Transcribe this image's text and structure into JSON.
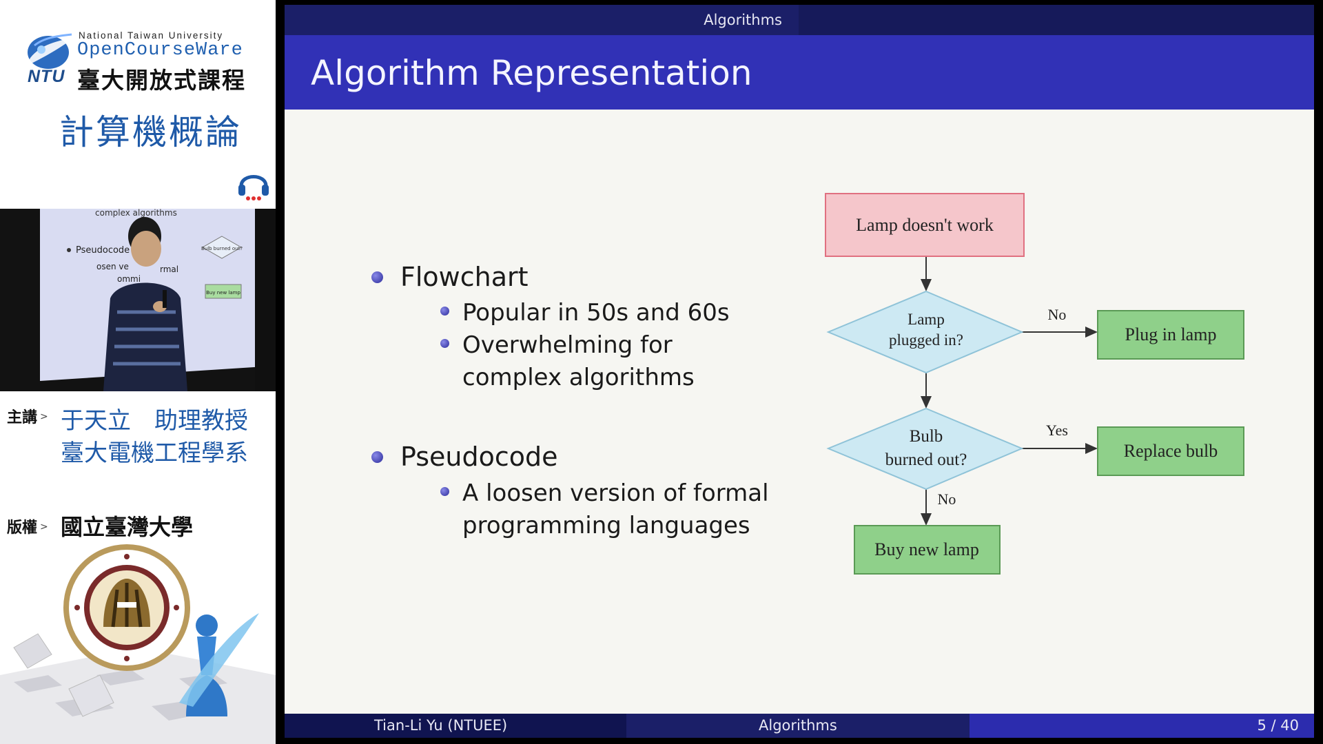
{
  "sidebar": {
    "university_en": "National Taiwan University",
    "ocw_name": "OpenCourseWare",
    "ocw_cn": "臺大開放式課程",
    "ntu_letters": "NTU",
    "course_title": "計算機概論",
    "lecturer_label": "主講",
    "lecturer_name": "于天立　助理教授",
    "lecturer_dept": "臺大電機工程學系",
    "copyright_label": "版權",
    "copyright_holder": "國立臺灣大學",
    "video_slide_text": [
      "complex algorithms",
      "Pseudocode",
      "osen ve",
      "rmal",
      "ommi",
      "Bulb burned out?",
      "Buy new lamp"
    ]
  },
  "slide": {
    "header": "Algorithms",
    "title": "Algorithm Representation",
    "bullets": [
      {
        "text": "Flowchart",
        "sub": [
          "Popular in 50s and 60s",
          "Overwhelming for",
          "complex algorithms"
        ]
      },
      {
        "text": "Pseudocode",
        "sub": [
          "A loosen version of formal",
          "programming languages"
        ]
      }
    ],
    "flowchart": {
      "start": "Lamp doesn't work",
      "decision1": [
        "Lamp",
        "plugged in?"
      ],
      "decision1_no_label": "No",
      "action1": "Plug in lamp",
      "decision2": [
        "Bulb",
        "burned out?"
      ],
      "decision2_yes_label": "Yes",
      "action2": "Replace bulb",
      "decision2_no_label": "No",
      "end": "Buy new lamp"
    },
    "footer": {
      "author": "Tian-Li Yu  (NTUEE)",
      "topic": "Algorithms",
      "page": "5 / 40"
    }
  },
  "colors": {
    "title_bar": "#3131b6",
    "header_bar": "#1b1f68",
    "start_box": "#f5c6cb",
    "decision": "#cde9f3",
    "action": "#8fd08a",
    "sidebar_blue": "#1f5aa8"
  },
  "icons": [
    "globe-logo-icon",
    "headset-icon",
    "ntu-seal-icon",
    "chess-pawn-icon"
  ]
}
